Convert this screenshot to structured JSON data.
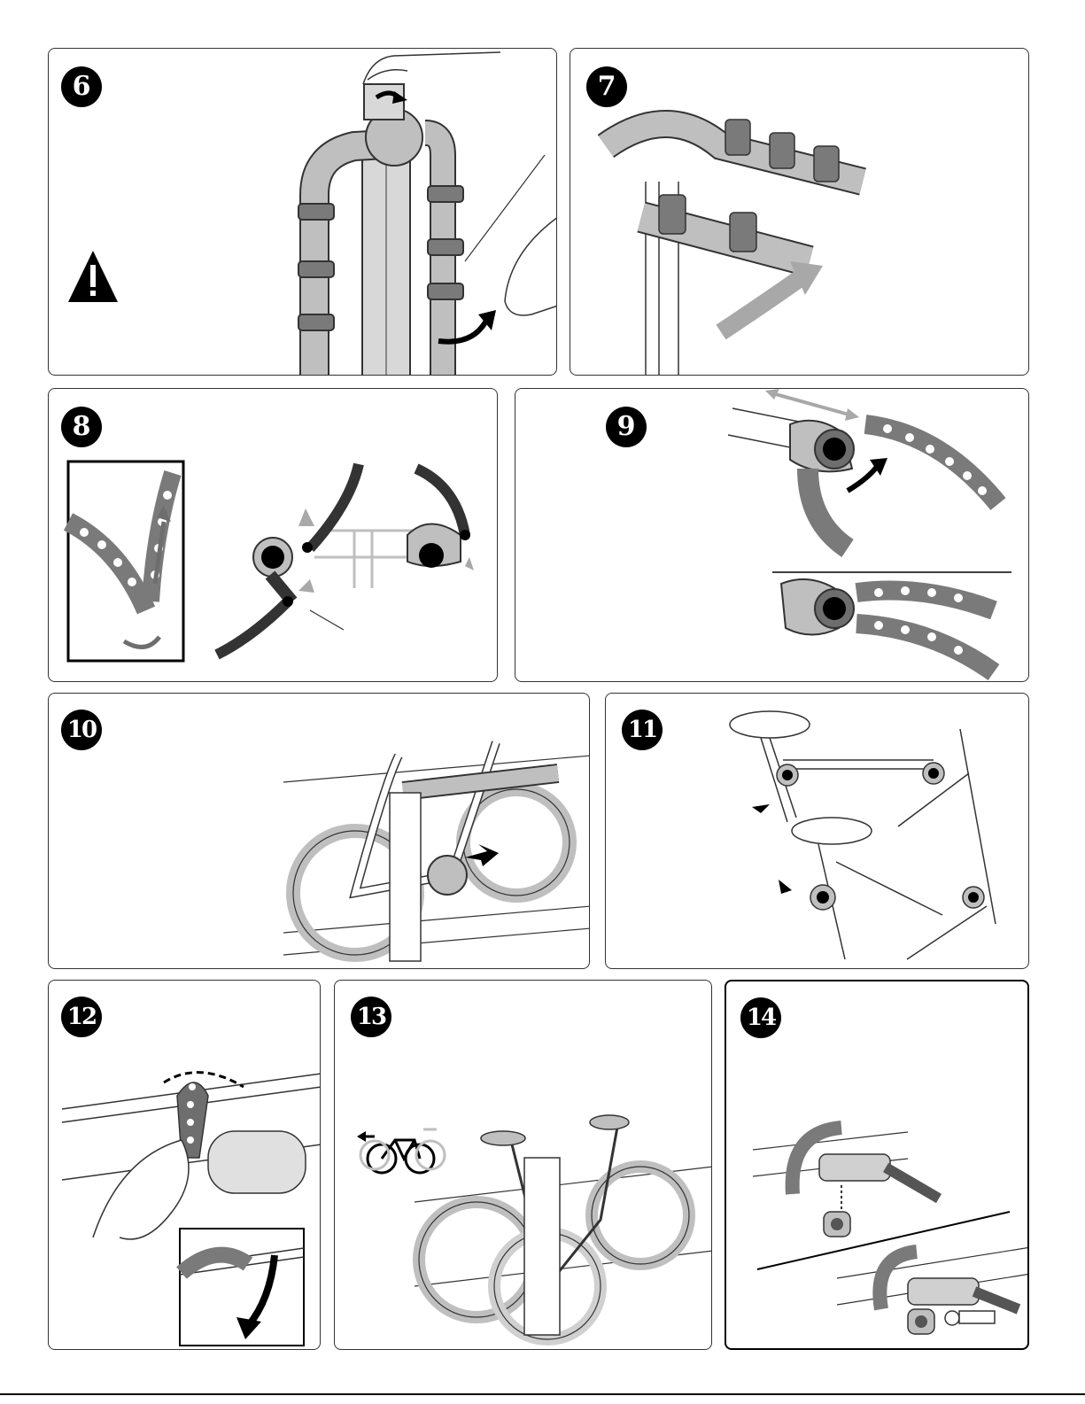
{
  "steps": [
    {
      "number": "6"
    },
    {
      "number": "7"
    },
    {
      "number": "8"
    },
    {
      "number": "9"
    },
    {
      "number": "10"
    },
    {
      "number": "11"
    },
    {
      "number": "12"
    },
    {
      "number": "13"
    },
    {
      "number": "14"
    }
  ],
  "icons": {
    "warning": "warning-triangle-icon",
    "key": "key-icon",
    "lock": "cable-lock-icon"
  },
  "colors": {
    "line": "#333333",
    "fill_gray": "#bfbfbf",
    "fill_dark": "#6e6e6e",
    "arrow_gray": "#a8a8a8",
    "arrow_black": "#000000"
  }
}
